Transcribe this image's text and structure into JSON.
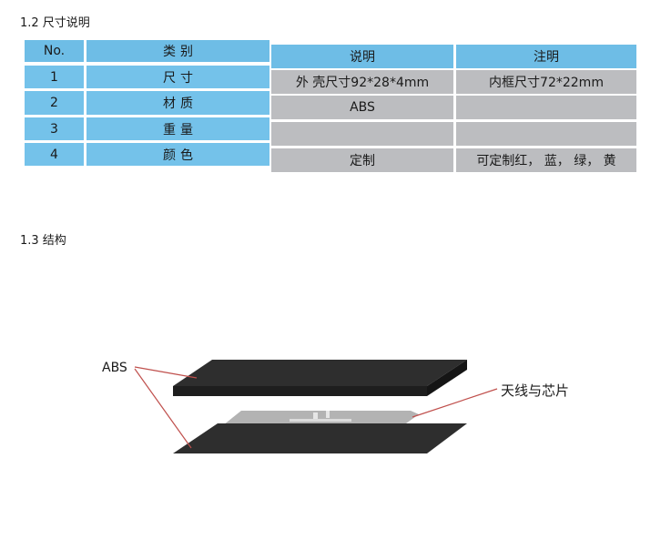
{
  "sections": {
    "s12": "1.2 尺寸说明",
    "s13": "1.3 结构"
  },
  "table": {
    "headers": [
      "No.",
      "类别",
      "说明",
      "注明"
    ],
    "rows": [
      {
        "no": "1",
        "cat": "尺寸",
        "desc": "外 壳尺寸92*28*4mm",
        "note": "内框尺寸72*22mm"
      },
      {
        "no": "2",
        "cat": "材质",
        "desc": "ABS",
        "note": ""
      },
      {
        "no": "3",
        "cat": "重量",
        "desc": "",
        "note": ""
      },
      {
        "no": "4",
        "cat": "颜色",
        "desc": "定制",
        "note": "可定制红， 蓝， 绿， 黄"
      }
    ]
  },
  "diagram": {
    "label_abs": "ABS",
    "label_chip": "天线与芯片",
    "colors": {
      "layer": "#2b2b2b",
      "inlay": "#b3b3b3",
      "leader": "#c0504d"
    }
  }
}
